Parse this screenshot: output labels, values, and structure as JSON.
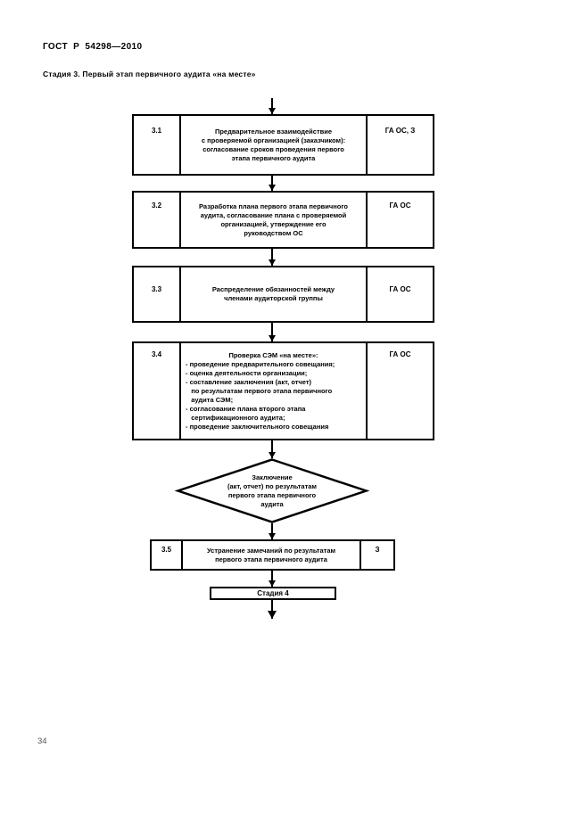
{
  "header": {
    "doc_number": "ГОСТ Р 54298—2010",
    "stage_title": "Стадия 3. Первый этап первичного аудита «на месте»"
  },
  "flowchart": {
    "steps": [
      {
        "num": "3.1",
        "lines": [
          "Предварительное взаимодействие",
          "с проверяемой организацией (заказчиком):",
          "согласование сроков проведения первого",
          "этапа первичного аудита"
        ],
        "resp": "ГА ОС, З"
      },
      {
        "num": "3.2",
        "lines": [
          "Разработка плана первого этапа первичного",
          "аудита, согласование плана с проверяемой",
          "организацией, утверждение его",
          "руководством ОС"
        ],
        "resp": "ГА ОС"
      },
      {
        "num": "3.3",
        "lines": [
          "Распределение обязанностей между",
          "членами аудиторской группы"
        ],
        "resp": "ГА ОС"
      },
      {
        "num": "3.4",
        "title": "Проверка СЭМ «на месте»:",
        "lines": [
          "- проведение предварительного совещания;",
          "- оценка деятельности организации;",
          "- составление заключения (акт, отчет)",
          "   по результатам первого этапа первичного",
          "   аудита СЭМ;",
          "- согласование плана второго этапа",
          "   сертификационного аудита;",
          "- проведение заключительного совещания"
        ],
        "resp": "ГА ОС"
      },
      {
        "num": "3.5",
        "lines": [
          "Устранение замечаний по результатам",
          "первого этапа первичного аудита"
        ],
        "resp": "З"
      }
    ],
    "decision": {
      "lines": [
        "Заключение",
        "(акт, отчет) по результатам",
        "первого этапа первичного",
        "аудита"
      ]
    },
    "terminal": {
      "label": "Стадия 4"
    }
  },
  "footer": {
    "page_number": "34"
  }
}
